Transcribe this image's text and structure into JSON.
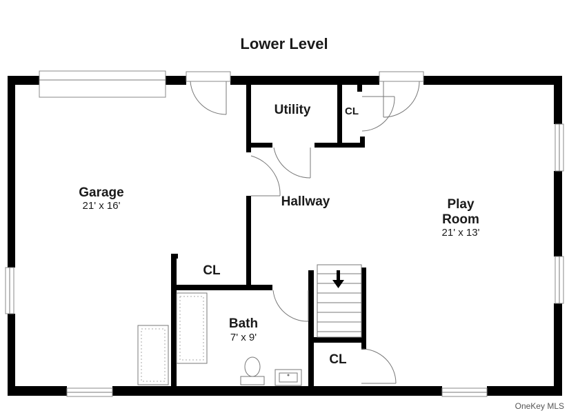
{
  "plan": {
    "title": "Lower Level",
    "credit": "OneKey MLS",
    "colors": {
      "wall": "#000000",
      "background": "#ffffff",
      "fixture_stroke": "#777777"
    },
    "rooms": {
      "garage": {
        "name": "Garage",
        "dimensions": "21' x 16'"
      },
      "utility": {
        "name": "Utility"
      },
      "closet_top": {
        "name": "CL"
      },
      "hallway": {
        "name": "Hallway"
      },
      "play_room": {
        "name_line1": "Play",
        "name_line2": "Room",
        "dimensions": "21' x 13'"
      },
      "closet_garage": {
        "name": "CL"
      },
      "bath": {
        "name": "Bath",
        "dimensions": "7' x 9'"
      },
      "closet_stairs": {
        "name": "CL"
      }
    },
    "icons": {
      "stair_direction": "down-arrow-icon"
    }
  }
}
